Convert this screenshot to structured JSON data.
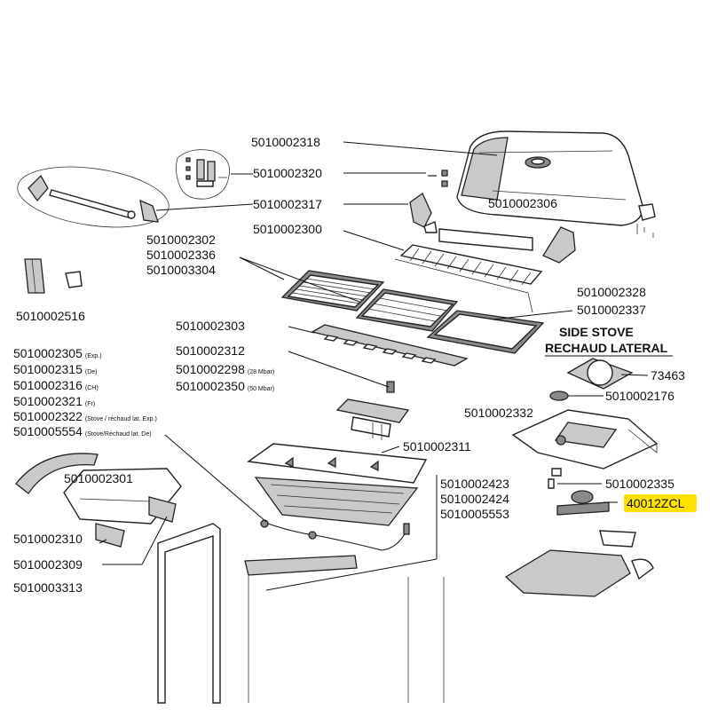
{
  "parts": {
    "p2318": "5010002318",
    "p2320": "5010002320",
    "p2317": "5010002317",
    "p2306": "5010002306",
    "p2300": "5010002300",
    "p2302": "5010002302",
    "p2336": "5010002336",
    "p3304": "5010003304",
    "p2328": "5010002328",
    "p2337": "5010002337",
    "p2516": "5010002516",
    "p2303": "5010002303",
    "p2312": "5010002312",
    "p2298": "5010002298",
    "p2298_note": "(28 Mbar)",
    "p2350": "5010002350",
    "p2350_note": "(50 Mbar)",
    "p2305": "5010002305",
    "p2305_note": "(Exp.)",
    "p2315": "5010002315",
    "p2315_note": "(De)",
    "p2316": "5010002316",
    "p2316_note": "(CH)",
    "p2321": "5010002321",
    "p2321_note": "(Fr)",
    "p2322": "5010002322",
    "p2322_note": "(Stove / réchaud lat. Exp.)",
    "p5554": "5010005554",
    "p5554_note": "(Stove/Réchaud lat. De)",
    "p73463": "73463",
    "p2176": "5010002176",
    "p2332": "5010002332",
    "p2311": "5010002311",
    "p2301": "5010002301",
    "p2335": "5010002335",
    "p2423": "5010002423",
    "p2424": "5010002424",
    "p5553": "5010005553",
    "p40012": "40012ZCL",
    "p2310": "5010002310",
    "p2309": "5010002309",
    "p3313": "5010003313"
  },
  "side_stove": {
    "line1": "SIDE STOVE",
    "line2": "RECHAUD LATERAL"
  },
  "colors": {
    "highlight": "#ffe200",
    "line": "#111111"
  }
}
